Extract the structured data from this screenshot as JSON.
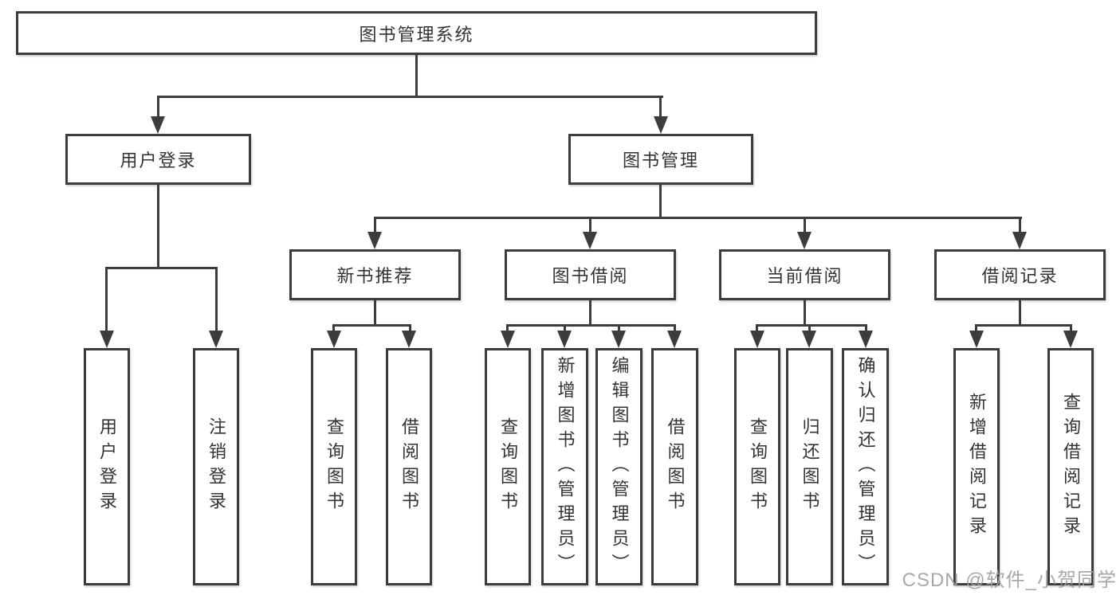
{
  "colors": {
    "line": "#3c3c3c",
    "text": "#333333",
    "box_background": "#ffffff",
    "page_background": "#ffffff",
    "watermark": "#9e9e9e"
  },
  "watermark": "CSDN @软件_小贺同学",
  "tree": {
    "root": {
      "label": "图书管理系统"
    },
    "children": [
      {
        "label": "用户登录",
        "children": [
          {
            "label": "用户登录"
          },
          {
            "label": "注销登录"
          }
        ]
      },
      {
        "label": "图书管理",
        "children": [
          {
            "label": "新书推荐",
            "children": [
              {
                "label": "查询图书"
              },
              {
                "label": "借阅图书"
              }
            ]
          },
          {
            "label": "图书借阅",
            "children": [
              {
                "label": "查询图书"
              },
              {
                "label": "新增图书（管理员）"
              },
              {
                "label": "编辑图书（管理员）"
              },
              {
                "label": "借阅图书"
              }
            ]
          },
          {
            "label": "当前借阅",
            "children": [
              {
                "label": "查询图书"
              },
              {
                "label": "归还图书"
              },
              {
                "label": "确认归还（管理员）"
              }
            ]
          },
          {
            "label": "借阅记录",
            "children": [
              {
                "label": "新增借阅记录"
              },
              {
                "label": "查询借阅记录"
              }
            ]
          }
        ]
      }
    ]
  }
}
